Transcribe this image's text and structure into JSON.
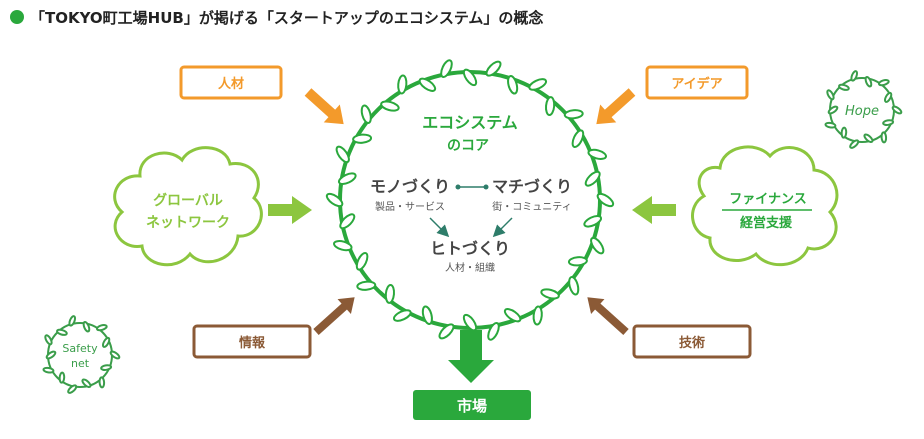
{
  "title": "「TOKYO町工場HUB」が掲げる「スタートアップのエコシステム」の概念",
  "core": {
    "title_line1": "エコシステム",
    "title_line2": "のコア",
    "nodes": [
      {
        "label": "モノづくり",
        "sub": "製品・サービス"
      },
      {
        "label": "マチづくり",
        "sub": "街・コミュニティ"
      },
      {
        "label": "ヒトづくり",
        "sub": "人材・組織"
      }
    ]
  },
  "inputs": {
    "jinzai": "人材",
    "idea": "アイデア",
    "joho": "情報",
    "gijutsu": "技術"
  },
  "clouds": {
    "global_line1": "グローバル",
    "global_line2": "ネットワーク",
    "finance_line1": "ファイナンス",
    "finance_line2": "経営支援"
  },
  "badges": {
    "hope": "Hope",
    "safety_line1": "Safety",
    "safety_line2": "net"
  },
  "market": "市場",
  "colors": {
    "green": "#2aa83c",
    "light_green": "#8cc63f",
    "orange": "#f39a2b",
    "brown": "#8b5a36",
    "dark_text": "#444444",
    "badge_green": "#3a9d4a"
  }
}
